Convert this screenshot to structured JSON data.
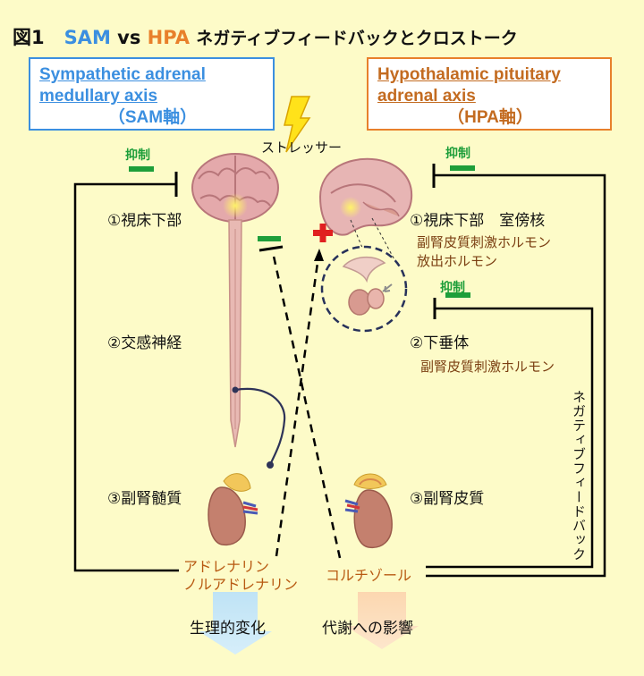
{
  "title": {
    "prefix": "図1",
    "sam": "SAM",
    "vs": "vs",
    "hpa": "HPA",
    "suffix": "ネガティブフィードバックとクロストーク"
  },
  "sam_box": {
    "line1": "Sympathetic adrenal",
    "line2": "medullary axis",
    "line3": "（SAM軸）"
  },
  "hpa_box": {
    "line1": "Hypothalamic pituitary",
    "line2": "adrenal axis",
    "line3": "（HPA軸）"
  },
  "stressor": "ストレッサー",
  "sam": {
    "hypothalamus": "①視床下部",
    "sympathetic": "②交感神経",
    "medulla": "③副腎髄質",
    "hormones_1": "アドレナリン",
    "hormones_2": "ノルアドレナリン",
    "inhibit": "抑制"
  },
  "hpa": {
    "hypothalamus": "①視床下部　室傍核",
    "crh_1": "副腎皮質刺激ホルモン",
    "crh_2": "放出ホルモン",
    "pituitary": "②下垂体",
    "acth": "副腎皮質刺激ホルモン",
    "cortex": "③副腎皮質",
    "cortisol": "コルチゾール",
    "inhibit_top": "抑制",
    "inhibit_pit": "抑制",
    "negative_feedback": "ネガティブフィードバック"
  },
  "outcomes": {
    "physiological": "生理的変化",
    "metabolic": "代謝への影響"
  },
  "colors": {
    "sam_blue": "#3b8fe0",
    "hpa_orange": "#e8802b",
    "inhibit_green": "#1e9e3a",
    "stimulate_red": "#e02020",
    "background": "#fdfbc8"
  }
}
